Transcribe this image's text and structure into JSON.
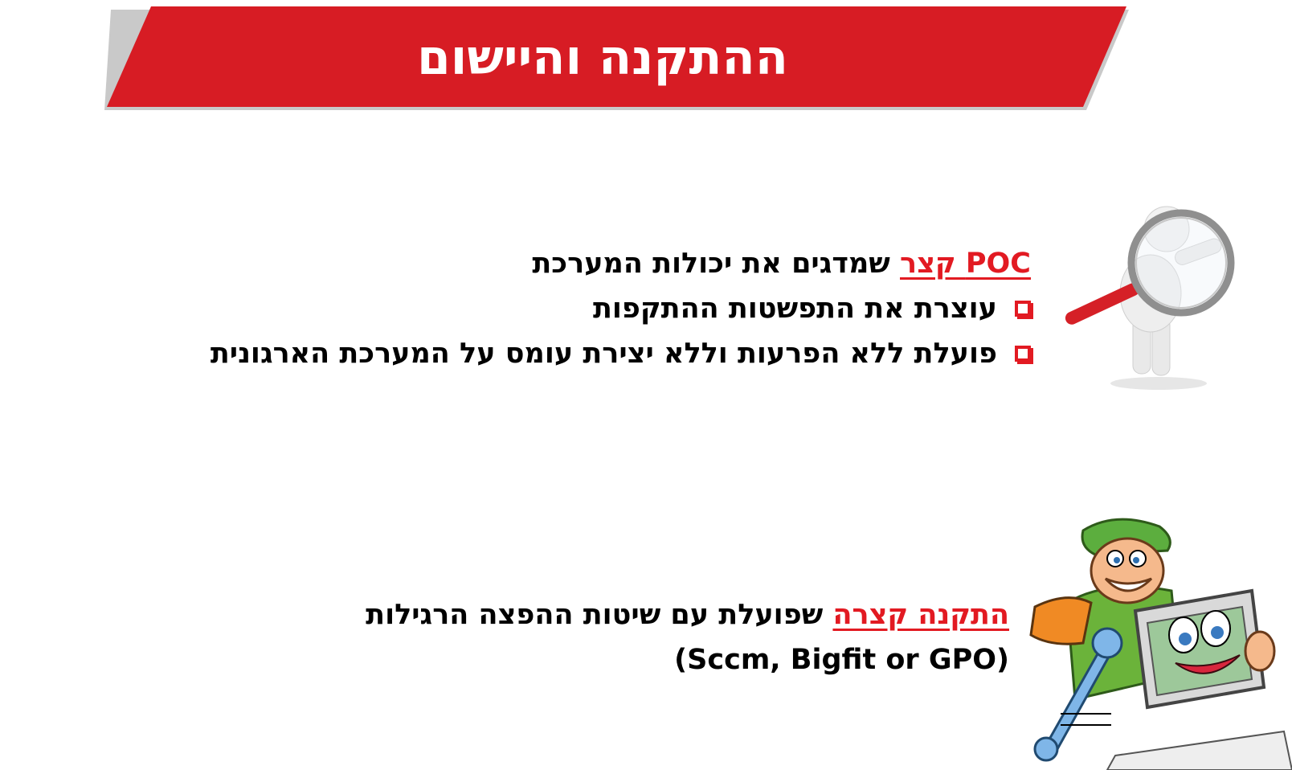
{
  "slide": {
    "title": "ההתקנה והיישום",
    "colors": {
      "accent": "#e21a22",
      "banner": "#d71c24",
      "text": "#000000"
    },
    "section1": {
      "lead_highlight": "POC קצר",
      "lead_rest": " שמדגים את יכולות המערכת",
      "bullets": [
        "עוצרת את התפשטות ההתקפות",
        "פועלת ללא הפרעות וללא יצירת עומס על המערכת הארגונית"
      ],
      "illustration": "magnifying-glass-person-icon"
    },
    "section2": {
      "lead_highlight": "התקנה קצרה",
      "lead_rest": " שפועלת עם שיטות ההפצה הרגילות",
      "line2": "(Sccm, Bigfit or GPO)",
      "illustration": "technician-with-computer-icon"
    }
  }
}
